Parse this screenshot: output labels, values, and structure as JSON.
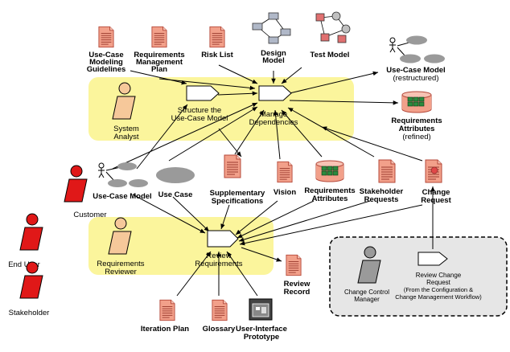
{
  "roles": {
    "system_analyst": [
      "System",
      "Analyst"
    ],
    "requirements_reviewer": [
      "Requirements",
      "Reviewer"
    ],
    "change_control_manager": [
      "Change Control",
      "Manager"
    ],
    "customer": "Customer",
    "end_user": "End User",
    "stakeholder": "Stakeholder"
  },
  "activities": {
    "structure_use_case_model": [
      "Structure the",
      "Use-Case Model"
    ],
    "manage_dependencies": [
      "Manage",
      "Dependencies"
    ],
    "review_requirements": [
      "Review",
      "Requirements"
    ],
    "review_change_request": [
      "Review Change",
      "Request",
      "(From the Configuration &",
      "Change Management  Workflow)"
    ]
  },
  "artifacts": {
    "use_case_modeling_guidelines": [
      "Use-Case",
      "Modeling",
      "Guidelines"
    ],
    "requirements_management_plan": [
      "Requirements",
      "Management",
      "Plan"
    ],
    "risk_list": "Risk List",
    "design_model": [
      "Design",
      "Model"
    ],
    "test_model": "Test Model",
    "use_case_model_restructured": [
      "Use-Case Model",
      "(restructured)"
    ],
    "requirements_attributes_refined": [
      "Requirements",
      "Attributes",
      "(refined)"
    ],
    "use_case_model": "Use-Case Model",
    "use_case": "Use Case",
    "supplementary_specifications": [
      "Supplementary",
      "Specifications"
    ],
    "vision": "Vision",
    "requirements_attributes": [
      "Requirements",
      "Attributes"
    ],
    "stakeholder_requests": [
      "Stakeholder",
      "Requests"
    ],
    "change_request": [
      "Change",
      "Request"
    ],
    "review_record": [
      "Review",
      "Record"
    ],
    "iteration_plan": "Iteration Plan",
    "glossary": "Glossary",
    "user_interface_prototype": [
      "User-Interface",
      "Prototype"
    ]
  },
  "colors": {
    "swimlane": "#fbf59c",
    "doc_fill": "#f2a08a",
    "doc_stroke": "#b4483a",
    "worker_red": "#e01818",
    "worker_tan": "#f6c89a",
    "worker_gray": "#9a9a9a",
    "ellipse_gray": "#9a9a9a",
    "external_box": "#e6e6e6",
    "activity_fill": "#ffffff"
  }
}
